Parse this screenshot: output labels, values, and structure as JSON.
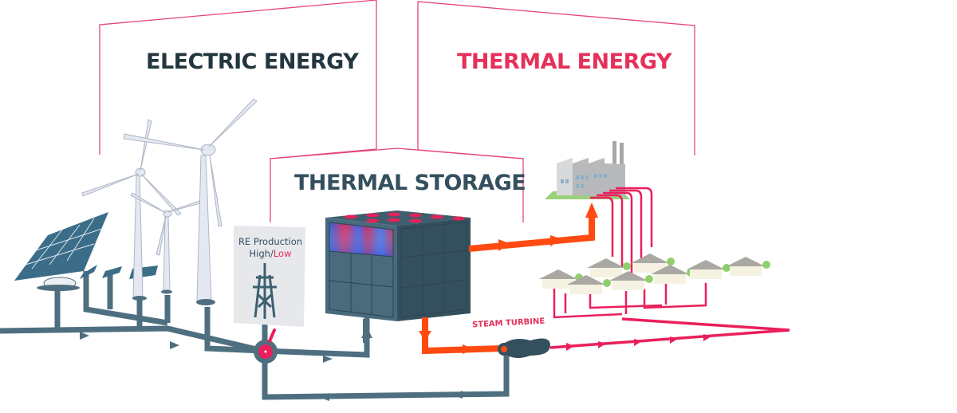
{
  "diagram": {
    "title_sections": {
      "electric": "ELECTRIC ENERGY",
      "thermal": "THERMAL ENERGY",
      "storage": "THERMAL STORAGE"
    },
    "re_panel": {
      "line1": "RE Production",
      "line2_high": "High/",
      "line2_low": "Low"
    },
    "turbine_label": "STEAM TURBINE",
    "components": [
      "solar-panel-array",
      "wind-turbines",
      "power-pylon",
      "switch-valve",
      "thermal-storage-cube",
      "steam-turbine",
      "factory",
      "houses",
      "district-heating-network"
    ],
    "flows": [
      {
        "from": "renewables",
        "to": "switch-valve",
        "type": "electric"
      },
      {
        "from": "switch-valve",
        "to": "thermal-storage-cube",
        "type": "electric"
      },
      {
        "from": "thermal-storage-cube",
        "to": "factory",
        "type": "heat"
      },
      {
        "from": "thermal-storage-cube",
        "to": "steam-turbine",
        "type": "heat"
      },
      {
        "from": "steam-turbine",
        "to": "switch-valve",
        "type": "electric-return"
      },
      {
        "from": "factory",
        "to": "houses",
        "type": "thermal-distribution"
      },
      {
        "from": "steam-turbine",
        "to": "thermal-output",
        "type": "thermal"
      }
    ],
    "colors": {
      "electric_pipe": "#4e6f80",
      "heat_flow": "#ff4a12",
      "thermal_line": "#ea1f5c",
      "accent_pink": "#e5305a",
      "dark_text": "#233640",
      "cube": "#3e5d6d"
    }
  }
}
